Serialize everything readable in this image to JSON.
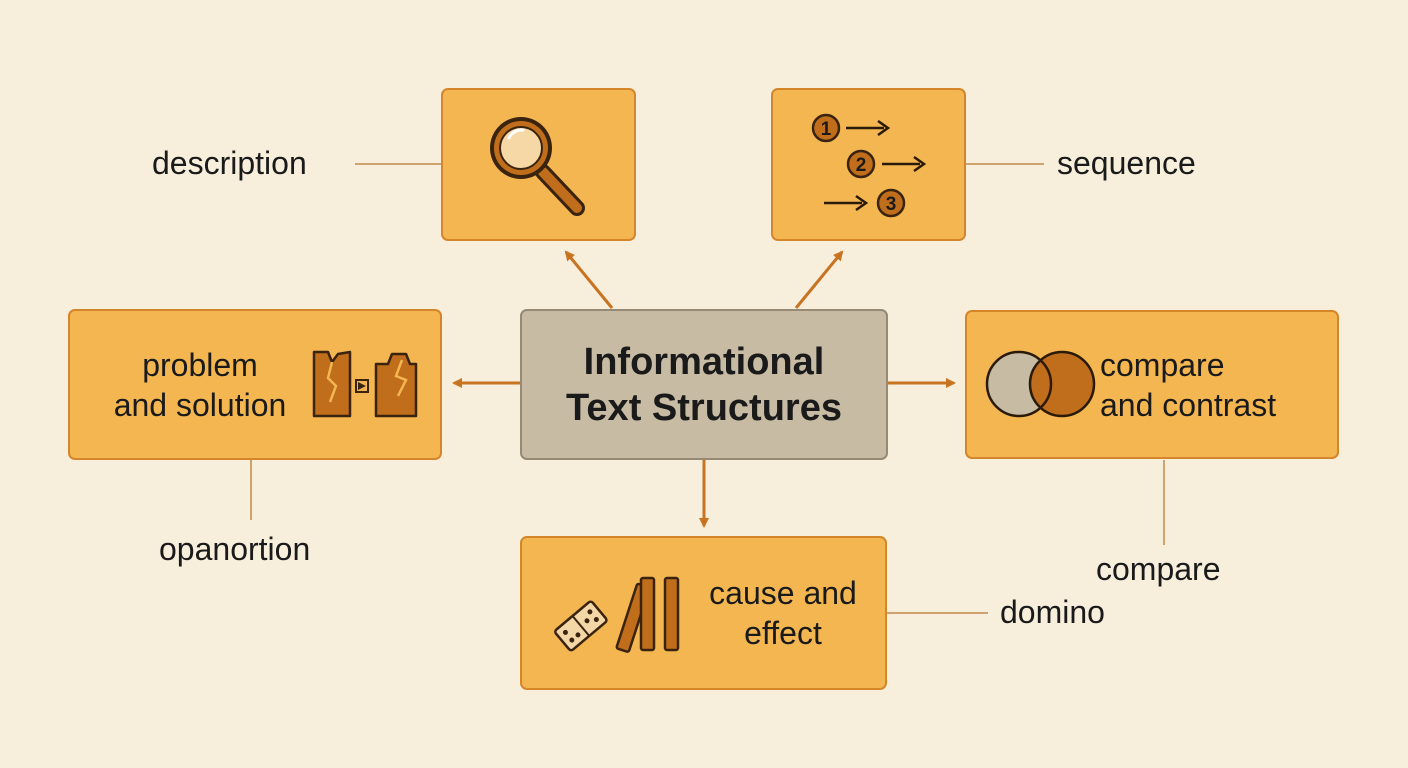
{
  "center": {
    "line1": "Informational",
    "line2": "Text Structures"
  },
  "nodes": {
    "description": {
      "icon": "magnifier-icon"
    },
    "sequence": {
      "icon": "numbered-steps-icon",
      "steps": [
        "1",
        "2",
        "3"
      ]
    },
    "problem_solution": {
      "line1": "problem",
      "line2": "and solution",
      "icon": "broken-to-fixed-icon"
    },
    "compare_contrast": {
      "line1": "compare",
      "line2": "and contrast",
      "icon": "venn-diagram-icon"
    },
    "cause_effect": {
      "line1": "cause and",
      "line2": "effect",
      "icon": "falling-dominoes-icon"
    }
  },
  "labels": {
    "description": "description",
    "sequence": "sequence",
    "problem_solution": "opanortion",
    "compare_contrast": "compare",
    "cause_effect": "domino"
  },
  "colors": {
    "background": "#f7eedc",
    "box_fill": "#f3b651",
    "box_border": "#d6862a",
    "center_fill": "#c8bba4",
    "arrow": "#c8731f",
    "icon_brown": "#c06d1c"
  }
}
